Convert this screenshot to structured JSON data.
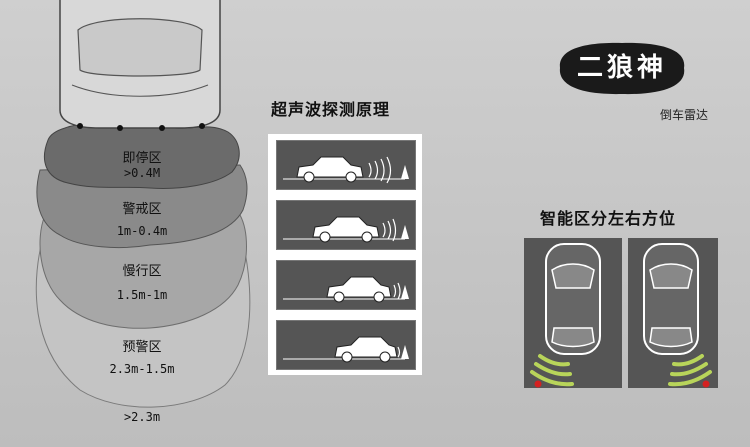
{
  "brand": {
    "name": "二狼神",
    "subtitle": "倒车雷达"
  },
  "ultrasonic": {
    "title": "超声波探测原理"
  },
  "smart": {
    "title": "智能区分左右方位"
  },
  "zones": [
    {
      "label": "即停区",
      "range": ">0.4M"
    },
    {
      "label": "警戒区",
      "range": "1m-0.4m"
    },
    {
      "label": "慢行区",
      "range": "1.5m-1m"
    },
    {
      "label": "预警区",
      "range": "2.3m-1.5m"
    },
    {
      "label": "",
      "range": ">2.3m"
    }
  ],
  "colors": {
    "zone_stop": "#6b6b6b",
    "zone_warn": "#8a8a8a",
    "zone_slow": "#a7a7a7",
    "zone_alert": "#c4c4c4",
    "panel": "#555555",
    "sensor_wave": "#b8d45a",
    "sensor_dot": "#d42020",
    "logo_bg": "#1a1a1a"
  }
}
